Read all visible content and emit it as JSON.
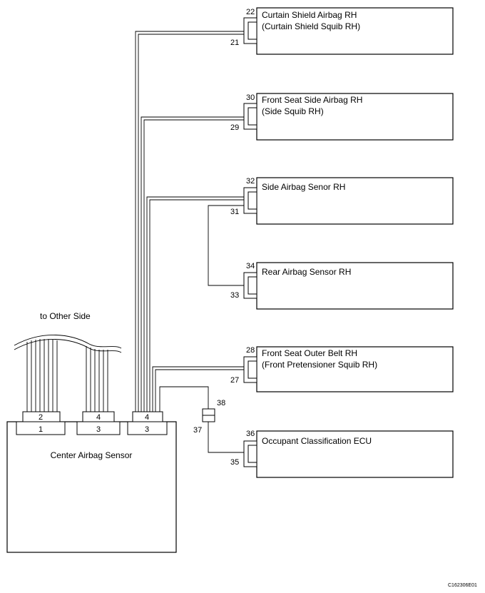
{
  "components": {
    "curtain": {
      "line1": "Curtain Shield Airbag RH",
      "line2": "(Curtain Shield Squib RH)",
      "pin_top": "22",
      "pin_bottom": "21"
    },
    "front_side": {
      "line1": "Front Seat Side Airbag RH",
      "line2": "(Side Squib RH)",
      "pin_top": "30",
      "pin_bottom": "29"
    },
    "side_sensor": {
      "line1": "Side Airbag Senor RH",
      "pin_top": "32",
      "pin_bottom": "31"
    },
    "rear_sensor": {
      "line1": "Rear Airbag Sensor RH",
      "pin_top": "34",
      "pin_bottom": "33"
    },
    "outer_belt": {
      "line1": "Front Seat Outer Belt RH",
      "line2": "(Front Pretensioner Squib RH)",
      "pin_top": "28",
      "pin_bottom": "27"
    },
    "occupant": {
      "line1": "Occupant Classification ECU",
      "pin_top": "36",
      "pin_bottom": "35"
    }
  },
  "junction": {
    "pin_top": "38",
    "pin_bottom": "37"
  },
  "center_sensor": {
    "label": "Center Airbag Sensor",
    "connectors": [
      {
        "top": "2",
        "bottom": "1"
      },
      {
        "top": "4",
        "bottom": "3"
      },
      {
        "top": "4",
        "bottom": "3"
      }
    ]
  },
  "to_other_side": "to Other Side",
  "figure_code": "C162306E01"
}
